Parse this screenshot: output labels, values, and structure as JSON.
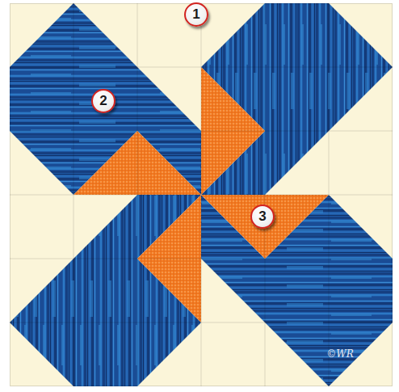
{
  "diagram": {
    "labels": [
      "1",
      "2",
      "3",
      "©WR"
    ]
  }
}
